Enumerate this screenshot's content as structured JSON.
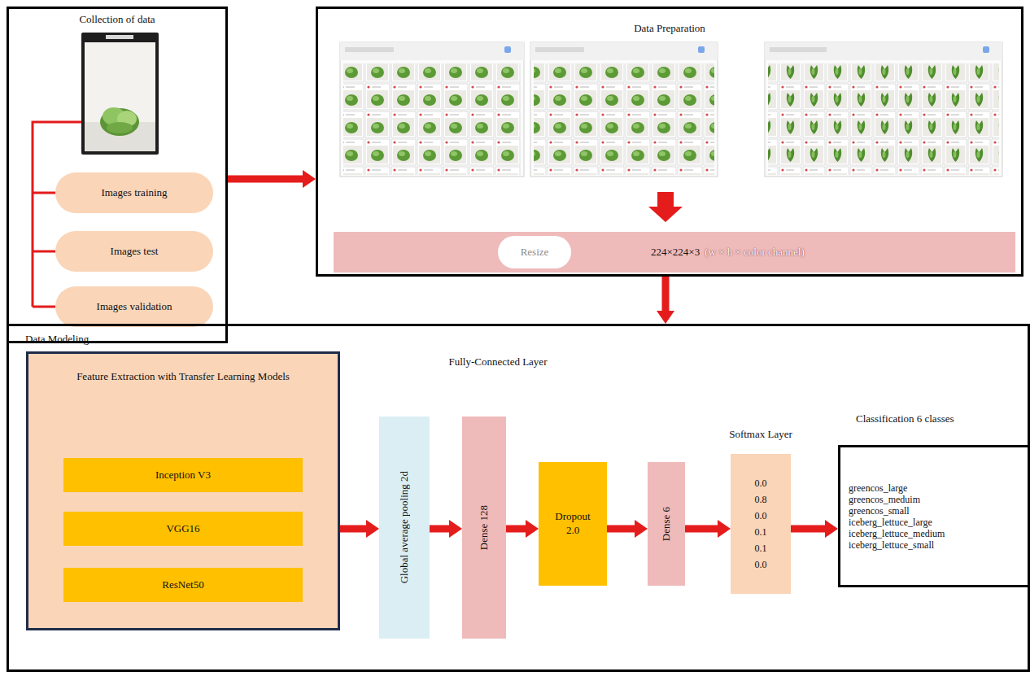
{
  "diagram": {
    "nodes": [
      {
        "text": [
          "Collection of data"
        ]
      },
      {
        "text": [
          "Images training"
        ],
        "in": 0
      },
      {
        "text": [
          "Images test"
        ],
        "in": 0
      },
      {
        "text": [
          "Images validation"
        ],
        "in": 0
      },
      {
        "text": [
          "Data Preparation"
        ]
      },
      {
        "text": [
          "224×224×3",
          "(w × h × color channel)"
        ],
        "in": 4
      },
      {
        "text": [
          "Resize"
        ],
        "in": 5
      },
      {
        "text": [
          "Data Modeling"
        ]
      },
      {
        "text": [
          "Feature Extraction with Transfer Learning Models"
        ],
        "in": 7
      },
      {
        "text": [
          "Inception V3"
        ],
        "in": 8
      },
      {
        "text": [
          "VGG16"
        ],
        "in": 8
      },
      {
        "text": [
          "ResNet50"
        ],
        "in": 8
      },
      {
        "text": [
          "Global average pooling 2d"
        ],
        "in": 7
      },
      {
        "text": [
          "Dense 128"
        ],
        "in": 7
      },
      {
        "text": [
          "Dropout 2.0"
        ],
        "in": 7
      },
      {
        "text": [
          "Dense 6"
        ],
        "in": 7
      },
      {
        "text": [
          "Softmax Layer",
          "0.0 0.8 0.0 0.1 0.1 0.0"
        ],
        "in": 7
      },
      {
        "text": [
          "Classification 6 classes",
          "greencos_large greencos_meduim greencos_small iceberg_lettuce_large iceberg_lettuce_medium iceberg_lettuce_small"
        ],
        "in": 7
      }
    ],
    "edges": [
      {
        "from": 0,
        "to": 4,
        "arrow": "to"
      },
      {
        "from": 4,
        "to": 7,
        "arrow": "to"
      },
      {
        "from": 8,
        "to": 12,
        "arrow": "to"
      },
      {
        "from": 12,
        "to": 13,
        "arrow": "to"
      },
      {
        "from": 13,
        "to": 14,
        "arrow": "to"
      },
      {
        "from": 14,
        "to": 15,
        "arrow": "to"
      },
      {
        "from": 15,
        "to": 16,
        "arrow": "to"
      },
      {
        "from": 16,
        "to": 17,
        "arrow": "to"
      }
    ],
    "labels": [
      "Fully-Connected Layer"
    ]
  }
}
